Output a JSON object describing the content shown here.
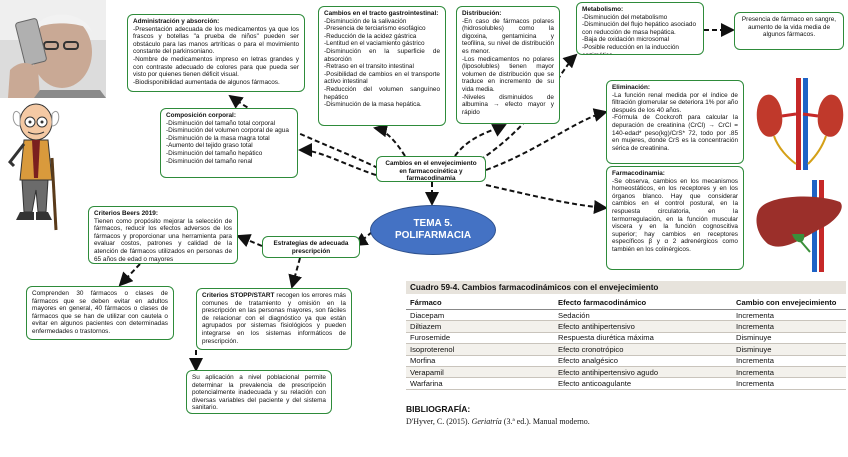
{
  "central": {
    "title_line1": "TEMA 5.",
    "title_line2": "POLIFARMACIA"
  },
  "hub": {
    "text": "Cambios en el envejecimiento en farmacocinética y farmacodinamia"
  },
  "strategies": {
    "text": "Estrategias de adecuada prescripción"
  },
  "absorcion": {
    "title": "Administración y absorción:",
    "body": "-Presentación adecuada de los medicamentos ya que los frascos y botellas \"a prueba de niños\" pueden ser obstáculo para las manos artríticas o para el movimiento constante del parkinsoniano.\n-Nombre de medicamentos impreso en letras grandes y con contraste adecuado de colores para que pueda ser visto por quienes tienen déficit visual.\n-Biodisponibilidad aumentada de algunos fármacos."
  },
  "gastro": {
    "title": "Cambios en el tracto gastrointestinal:",
    "body": "-Disminución de la salivación\n-Presencia de terciarismo esofágico\n-Reducción de la acidez gástrica\n-Lentitud en el vaciamiento gástrico\n-Disminución en la superficie de absorción\n-Retraso en el transito intestinal\n-Posibilidad de cambios en el transporte activo intestinal\n-Reducción del volumen sanguíneo hepático\n-Disminución de la masa hepática."
  },
  "distribucion": {
    "title": "Distribución:",
    "body": "-En caso de fármacos polares (hidrosolubles) como la digoxina, gentamicina y teofilina, su nivel de distribución es menor.\n-Los medicamentos no polares (liposolubles) tienen mayor volumen de distribución que se traduce en incremento de su vida media.\n-Niveles disminuidos de albumina → efecto mayor y rápido"
  },
  "metabolismo": {
    "title": "Metabolismo:",
    "body": "-Disminución del metabolismo\n-Disminución del flujo hepático asociado con reducción de masa hepática.\n-Baja de oxidación microsomal\n-Posible reducción en la inducción enzimática."
  },
  "metab_extra": {
    "body": "Presencia de fármaco en sangre, aumento de la vida media de algunos fármacos."
  },
  "eliminacion": {
    "title": "Eliminación:",
    "body": "-La función renal medida por el índice de filtración glomerular se deteriora 1% por año después de los 40 años.\n-Fórmula de Cockcroft para calcular la depuración de creatinina (CrCl) → CrCl = 140-edad* peso(kg)/CrS* 72, todo por .85 en mujeres, donde CrS es la concentración sérica de creatinina."
  },
  "composicion": {
    "title": "Composición corporal:",
    "body": "-Disminución del tamaño total corporal\n-Disminución del volumen corporal de agua\n-Disminución de la masa magra total\n-Aumento del tejido graso total\n-Disminución del tamaño hepático\n-Disminución del tamaño renal"
  },
  "farmacodinamia": {
    "title": "Farmacodinamia:",
    "body": "-Se observa, cambios en los mecanismos homeostáticos, en los receptores y en los órganos blanco. Hay que considerar cambios en el control postural, en la respuesta circulatoria, en la termorregulación, en la función muscular viscera y en la función cognoscitiva superior; hay cambios en receptores específicos β y α 2 adrenérgicos como también en los colinérgicos."
  },
  "beers": {
    "title": "Criterios Beers 2019:",
    "body": "Tienen como propósito mejorar la selección de fármacos, reducir los efectos adversos de los fármacos y proporcionar una herramienta para evaluar costos, patrones y calidad de la atención de fármacos utilizados en personas de 65 años de edad o mayores"
  },
  "beers_detail": {
    "body": "Comprenden 30 fármacos o clases de fármacos que se deben evitar en adultos mayores en general, 40 fármacos o clases de fármacos que se han de utilizar con cautela o evitar en algunos pacientes con determinadas enfermedades o trastornos."
  },
  "stopp": {
    "title": "Criterios STOPP/START",
    "body": " recogen los errores más comunes de tratamiento y omisión en la prescripción en las personas mayores, son fáciles de relacionar con el diagnóstico ya que están agrupados por sistemas fisiológicos y pueden integrarse en los sistemas informáticos de prescripción."
  },
  "stopp_detail": {
    "body": "Su aplicación a nivel poblacional permite determinar la prevalencia de prescripción potencialmente inadecuada y su relación con diversas variables del paciente y del sistema sanitario."
  },
  "table": {
    "title": "Cuadro 59-4.  Cambios farmacodinámicos con el envejecimiento",
    "headers": [
      "Fármaco",
      "Efecto farmacodinámico",
      "Cambio con envejecimiento"
    ],
    "rows": [
      [
        "Diacepam",
        "Sedación",
        "Incrementa"
      ],
      [
        "Diltiazem",
        "Efecto antihipertensivo",
        "Incrementa"
      ],
      [
        "Furosemide",
        "Respuesta diurética máxima",
        "Disminuye"
      ],
      [
        "Isoproterenol",
        "Efecto cronotrópico",
        "Disminuye"
      ],
      [
        "Morfina",
        "Efecto analgésico",
        "Incrementa"
      ],
      [
        "Verapamil",
        "Efecto antihipertensivo agudo",
        "Incrementa"
      ],
      [
        "Warfarina",
        "Efecto anticoagulante",
        "Incrementa"
      ]
    ]
  },
  "bibliografia": {
    "heading": "BIBLIOGRAFÍA:",
    "citation_prefix": "D'Hyver, C. (2015). ",
    "citation_title": "Geriatría",
    "citation_suffix": " (3.ª ed.). Manual moderno."
  },
  "colors": {
    "box_border": "#2e8b3a",
    "central_fill": "#4472c4",
    "table_header_fill": "#e7e3dc"
  },
  "icons": [
    "elderly-reading-photo-icon",
    "elderly-man-cartoon-icon",
    "kidneys-illustration-icon",
    "liver-illustration-icon"
  ]
}
